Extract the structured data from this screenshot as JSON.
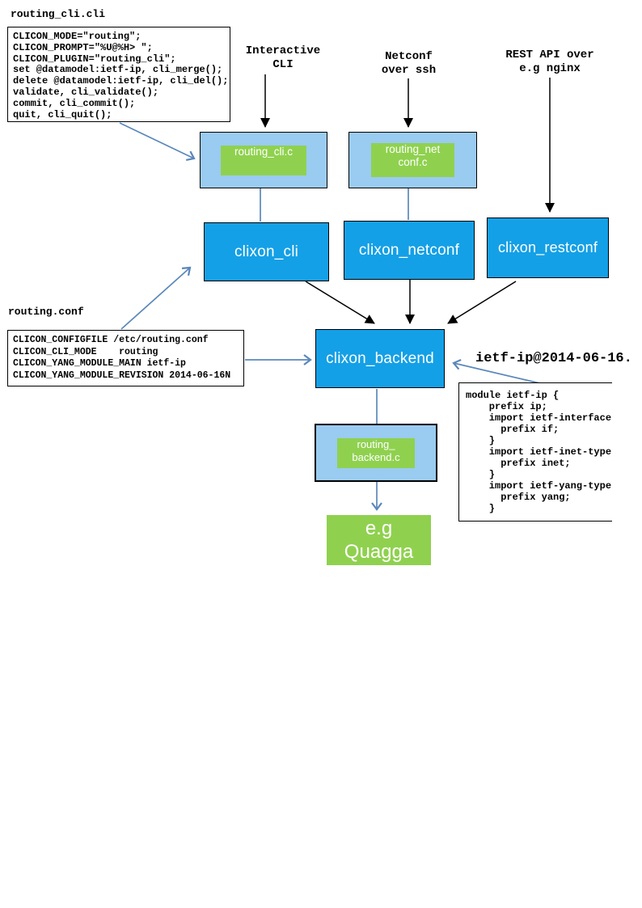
{
  "colors": {
    "bright_blue": "#14A0E6",
    "light_blue": "#9ACBF0",
    "green": "#8FD14F",
    "arrow_blue": "#5B87BB"
  },
  "titles": {
    "cli_file": "routing_cli.cli",
    "conf_file": "routing.conf",
    "yang_file": "ietf-ip@2014-06-16."
  },
  "annotations": {
    "interactive_cli": "Interactive\nCLI",
    "netconf_ssh": "Netconf\nover ssh",
    "rest_api": "REST API over\ne.g nginx"
  },
  "code": {
    "cli_spec": "CLICON_MODE=\"routing\";\nCLICON_PROMPT=\"%U@%H> \";\nCLICON_PLUGIN=\"routing_cli\";\nset @datamodel:ietf-ip, cli_merge();\ndelete @datamodel:ietf-ip, cli_del();\nvalidate, cli_validate();\ncommit, cli_commit();\nquit, cli_quit();",
    "conf_spec": "CLICON_CONFIGFILE /etc/routing.conf\nCLICON_CLI_MODE    routing\nCLICON_YANG_MODULE_MAIN ietf-ip\nCLICON_YANG_MODULE_REVISION 2014-06-16N",
    "yang_module": "module ietf-ip {\n    prefix ip;\n    import ietf-interface\n      prefix if;\n    }\n    import ietf-inet-type\n      prefix inet;\n    }\n    import ietf-yang-type\n      prefix yang;\n    }"
  },
  "nodes": {
    "plugin_cli": "routing_cli.c",
    "plugin_netconf": "routing_net\nconf.c",
    "plugin_backend": "routing_\nbackend.c",
    "clixon_cli": "clixon_cli",
    "clixon_netconf": "clixon_netconf",
    "clixon_restconf": "clixon_restconf",
    "clixon_backend": "clixon_backend",
    "quagga": "e.g\nQuagga"
  }
}
